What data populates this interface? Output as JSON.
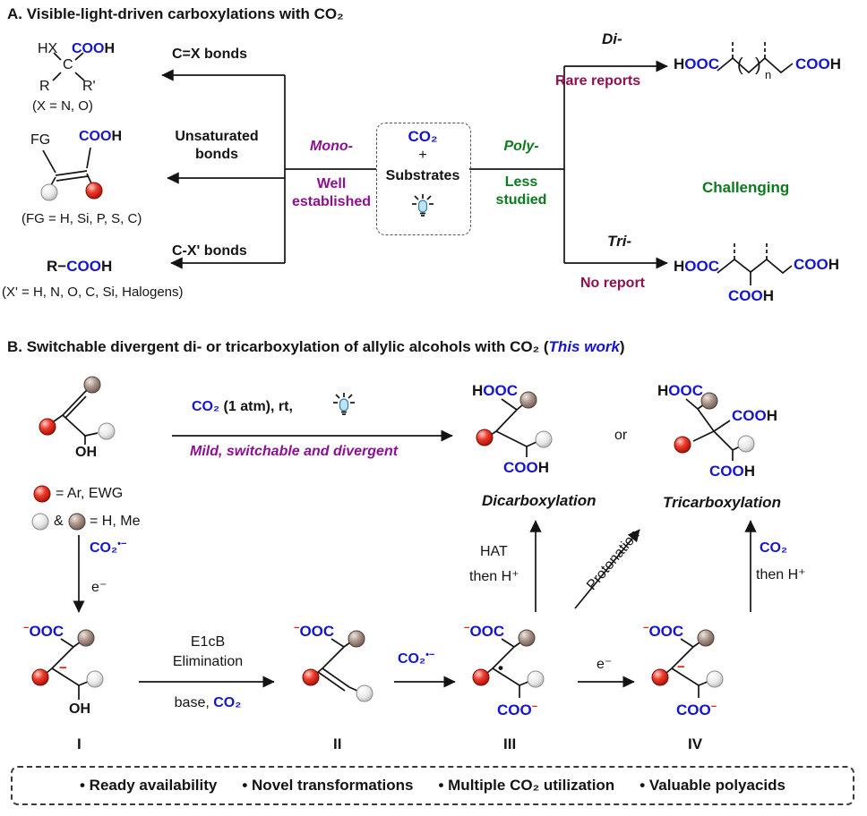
{
  "colors": {
    "blue": "#1515cd",
    "purple": "#8b1191",
    "green": "#0c7a1e",
    "dark_red": "#8f1150",
    "red": "#d91e0f"
  },
  "panelA": {
    "title": "A. Visible-light-driven carboxylations with CO₂",
    "s1": {
      "hx": "HX",
      "coo": "COO",
      "h": "H",
      "c": "C",
      "r": "R",
      "rp": "R'",
      "note": "(X = N, O)"
    },
    "arrow1": "C=X bonds",
    "s2": {
      "fg": "FG",
      "coo": "COO",
      "h": "H",
      "note": "(FG = H, Si, P, S, C)"
    },
    "arrow2": "Unsaturated bonds",
    "s3": {
      "r": "R",
      "dash": "−",
      "coo": "COO",
      "h": "H",
      "note": "(X' = H, N, O, C, Si, Halogens)"
    },
    "arrow3": "C-X' bonds",
    "box": {
      "co2": "CO₂",
      "plus": "+",
      "substrates": "Substrates"
    },
    "mono": "Mono-",
    "mono_desc": "Well established",
    "poly": "Poly-",
    "poly_desc": "Less studied",
    "di": "Di-",
    "di_status": "Rare reports",
    "di_s": {
      "h1": "H",
      "ooc": "OOC",
      "open": "(",
      "close": ")",
      "n": "n",
      "coo": "COO",
      "h2": "H"
    },
    "challenging": "Challenging",
    "tri": "Tri-",
    "tri_status": "No report",
    "tri_s": {
      "h1": "H",
      "ooc": "OOC",
      "coo_r": "COO",
      "h2": "H",
      "coo_b": "COO",
      "h3": "H"
    }
  },
  "panelB": {
    "title_pre": "B. Switchable divergent di- or tricarboxylation of allylic alcohols with CO₂ (",
    "title_work": "This work",
    "title_post": ")",
    "substrate": {
      "oh": "OH",
      "legend_red": "= Ar, EWG",
      "legend_amp": "&",
      "legend_gray": "= H, Me"
    },
    "conditions": {
      "co2": "CO₂",
      "rest": " (1 atm), rt,",
      "tagline": "Mild, switchable and divergent"
    },
    "products": {
      "d_h": "H",
      "d_ooc": "OOC",
      "d_coo": "COO",
      "d_h2": "H",
      "dicarb": "Dicarboxylation",
      "or": "or",
      "t_h": "H",
      "t_ooc": "OOC",
      "t_coo1": "COO",
      "t_h1": "H",
      "t_coo2": "COO",
      "t_h2": "H",
      "tricarb": "Tricarboxylation"
    },
    "mech": {
      "co2rad": "CO₂",
      "co2rad_sup": "•−",
      "e1": "e⁻",
      "i1": {
        "chg": "−",
        "ooc": "OOC",
        "minus": "−",
        "oh": "OH",
        "label": "I"
      },
      "step1_line1": "E1cB",
      "step1_line2": "Elimination",
      "step1_base": "base, ",
      "step1_co2": "CO₂",
      "i2": {
        "chg": "−",
        "ooc": "OOC",
        "label": "II"
      },
      "step2_co2": "CO₂",
      "step2_sup": "•−",
      "i3": {
        "chg": "−",
        "ooc": "OOC",
        "dot": "•",
        "coo": "COO",
        "chg2": "−",
        "label": "III"
      },
      "step3": "e⁻",
      "i4": {
        "chg": "−",
        "ooc": "OOC",
        "minus": "−",
        "coo": "COO",
        "chg2": "−",
        "label": "IV"
      },
      "hat1": "HAT",
      "hat2": "then H⁺",
      "protonation": "Protonation",
      "co2_then_1": "CO₂",
      "co2_then_2": "then H⁺"
    },
    "footer": {
      "item1": "• Ready availability",
      "item2": "• Novel transformations",
      "item3": "• Multiple CO₂ utilization",
      "item4": "• Valuable polyacids"
    }
  }
}
